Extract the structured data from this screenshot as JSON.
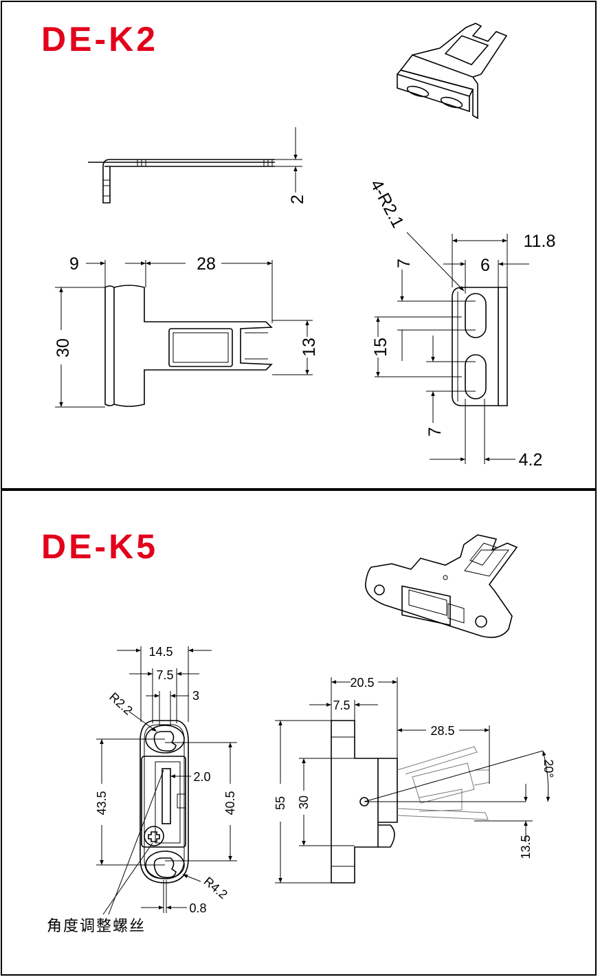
{
  "colors": {
    "title_red": "#e2001a",
    "line": "#000000"
  },
  "panels": {
    "k2": {
      "title": "DE-K2",
      "dims": {
        "thickness": "2",
        "width_left": "9",
        "length": "28",
        "height": "30",
        "slot_opening": "13",
        "slot_radius": "4-R2.1",
        "total_depth": "11.8",
        "slot_offset": "6",
        "slot_top": "7",
        "slot_pitch": "15",
        "slot_bottom": "7",
        "slot_width": "4.2"
      }
    },
    "k5": {
      "title": "DE-K5",
      "dims": {
        "width_total": "14.5",
        "width_mid": "7.5",
        "offset_3": "3",
        "radius_top": "R2.2",
        "pitch_outer": "43.5",
        "pitch_inner": "40.5",
        "gap": "2.0",
        "radius_bottom": "R4.2",
        "gap_small": "0.8",
        "side_depth": "20.5",
        "side_step": "7.5",
        "key_length": "28.5",
        "angle": "20°",
        "height_total": "55",
        "height_mid": "30",
        "key_offset": "13.5"
      },
      "note": "角度调整螺丝"
    }
  }
}
